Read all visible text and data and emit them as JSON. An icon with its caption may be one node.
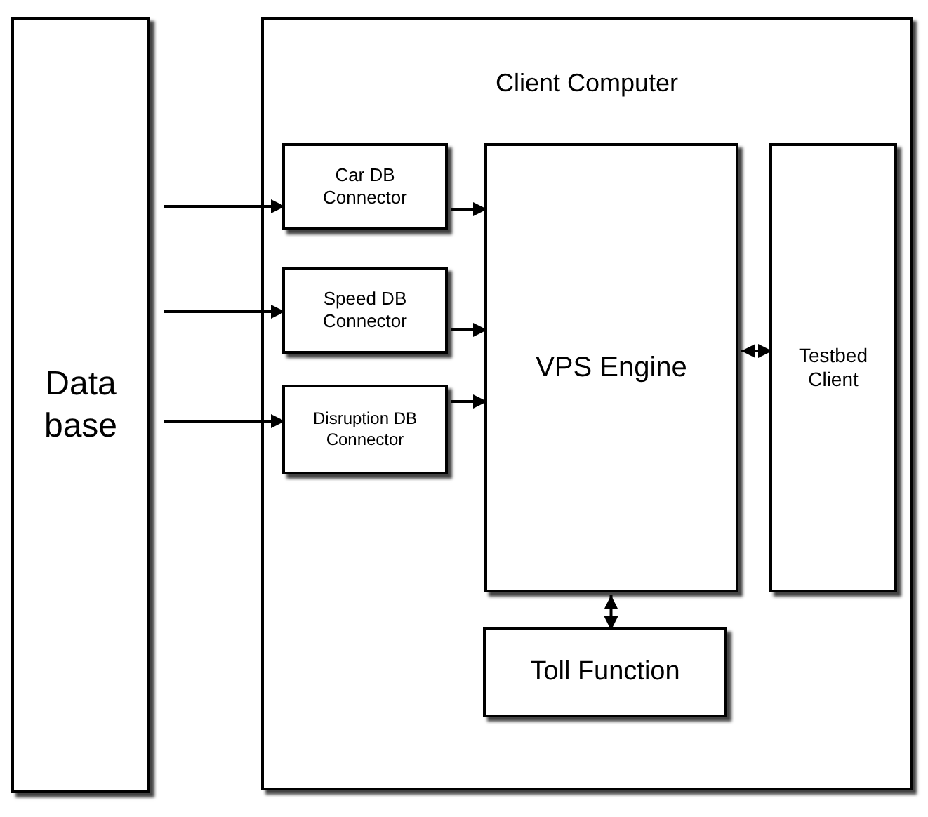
{
  "diagram": {
    "nodes": [
      {
        "text": [
          "Data base"
        ]
      },
      {
        "text": [
          "Client Computer"
        ]
      },
      {
        "text": [
          "Car DB Connector"
        ],
        "in": 1
      },
      {
        "text": [
          "Speed DB Connector"
        ],
        "in": 1
      },
      {
        "text": [
          "Disruption DB Connector"
        ],
        "in": 1
      },
      {
        "text": [
          "VPS Engine"
        ],
        "in": 1
      },
      {
        "text": [
          "Testbed Client"
        ],
        "in": 1
      },
      {
        "text": [
          "Toll Function"
        ],
        "in": 1
      }
    ],
    "edges": [
      {
        "from": 0,
        "to": 2,
        "arrow": "to"
      },
      {
        "from": 0,
        "to": 3,
        "arrow": "to"
      },
      {
        "from": 0,
        "to": 4,
        "arrow": "to"
      },
      {
        "from": 2,
        "to": 5,
        "arrow": "to"
      },
      {
        "from": 3,
        "to": 5,
        "arrow": "to"
      },
      {
        "from": 4,
        "to": 5,
        "arrow": "to"
      },
      {
        "from": 5,
        "to": 6,
        "arrow": "both"
      },
      {
        "from": 5,
        "to": 7,
        "arrow": "both"
      }
    ]
  }
}
